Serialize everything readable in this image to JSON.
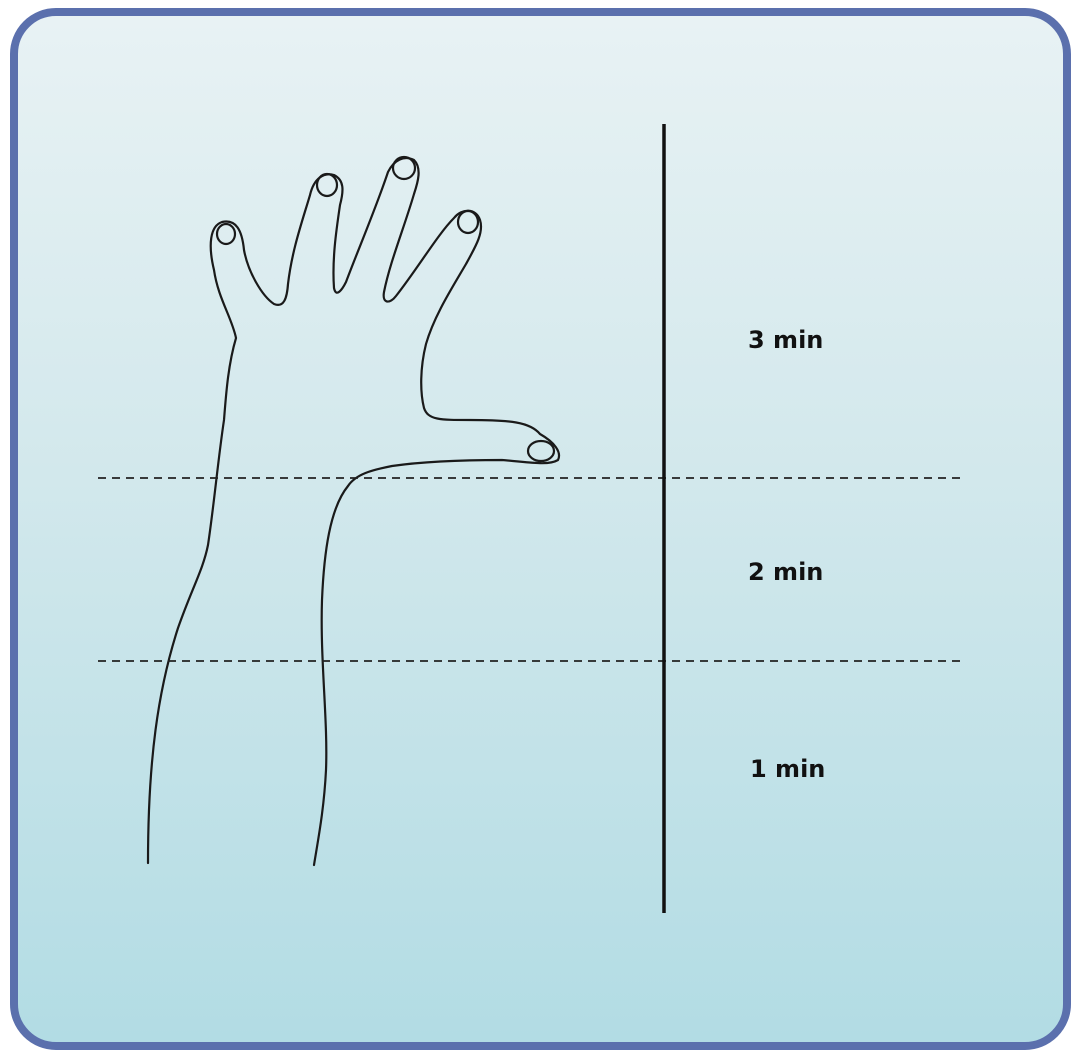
{
  "zones": [
    {
      "label": "3 min"
    },
    {
      "label": "2 min"
    },
    {
      "label": "1 min"
    }
  ],
  "colors": {
    "frame_border": "#5b70ad",
    "background_top": "#e8f2f4",
    "background_bottom": "#b2dce4",
    "line": "#111111"
  }
}
